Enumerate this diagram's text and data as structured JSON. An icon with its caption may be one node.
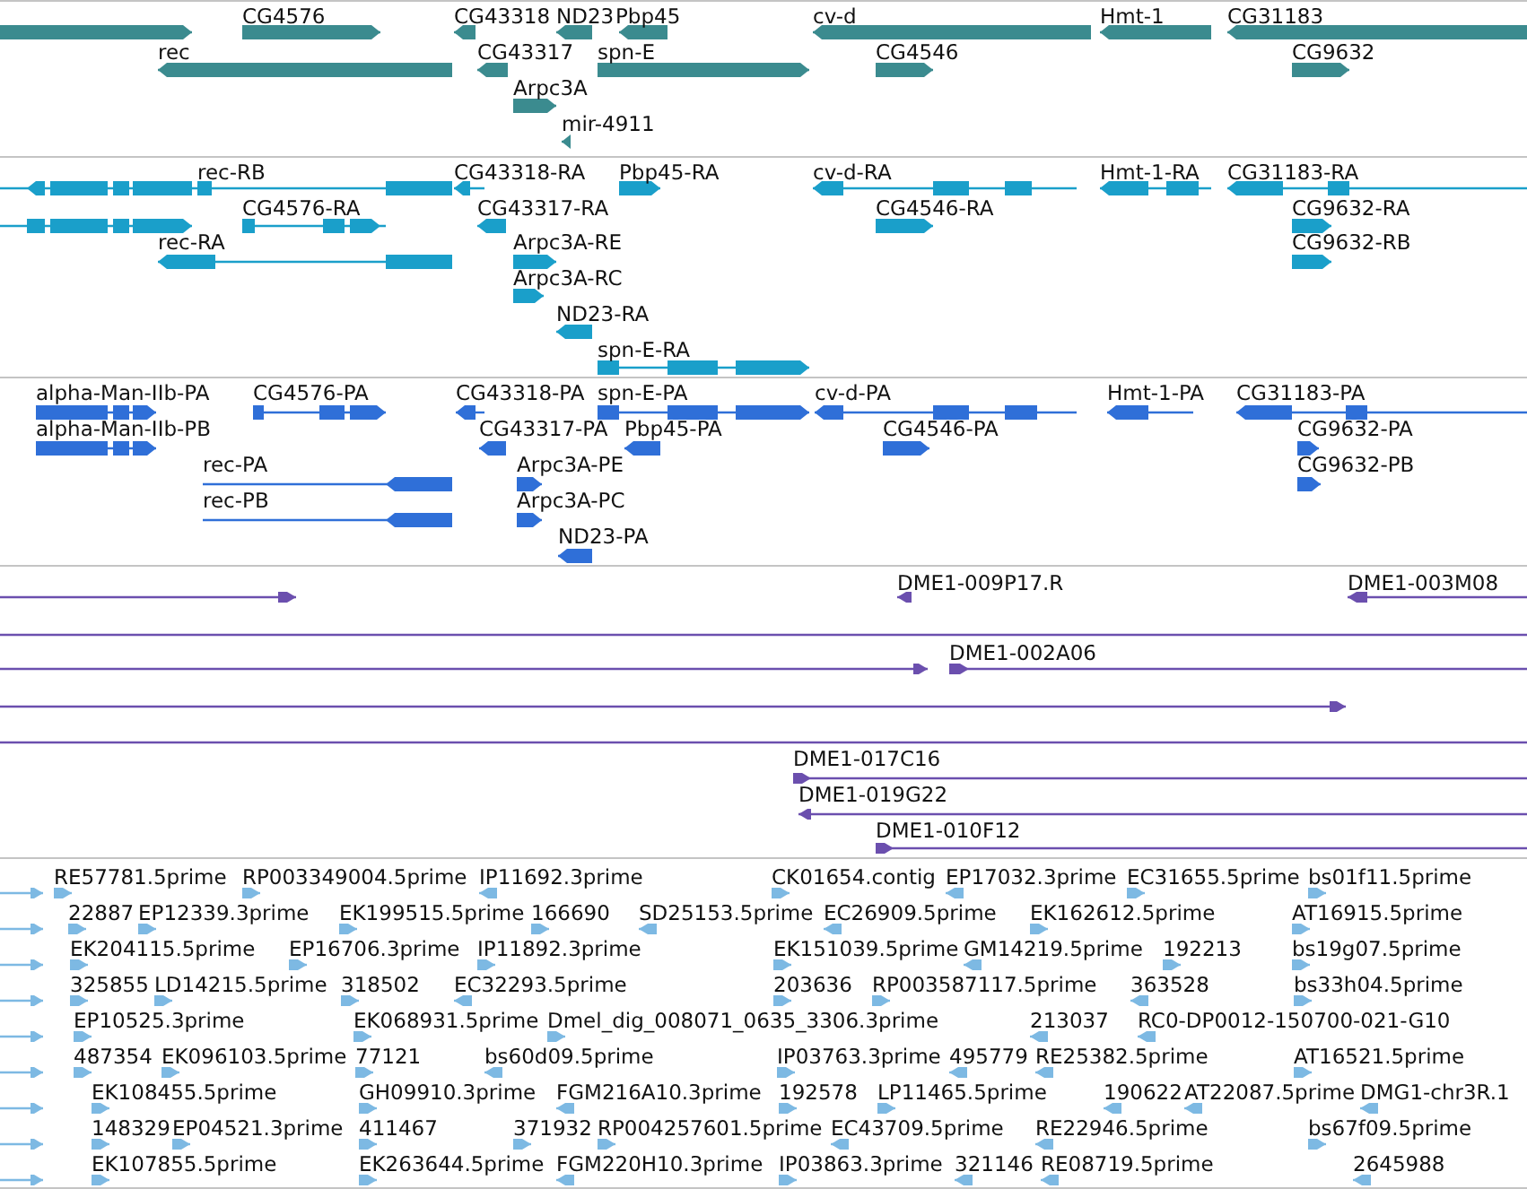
{
  "diagram": {
    "labels": [
      "CG4576",
      "CG43318",
      "ND23",
      "Pbp45",
      "cv-d",
      "Hmt-1",
      "CG31183",
      "rec",
      "CG43317",
      "spn-E",
      "CG4546",
      "CG9632",
      "Arpc3A",
      "mir-4911",
      "rec-RB",
      "CG43318-RA",
      "Pbp45-RA",
      "cv-d-RA",
      "Hmt-1-RA",
      "CG31183-RA",
      "CG4576-RA",
      "CG43317-RA",
      "CG4546-RA",
      "CG9632-RA",
      "rec-RA",
      "Arpc3A-RE",
      "CG9632-RB",
      "Arpc3A-RC",
      "ND23-RA",
      "spn-E-RA",
      "alpha-Man-IIb-PA",
      "CG4576-PA",
      "CG43318-PA",
      "spn-E-PA",
      "cv-d-PA",
      "Hmt-1-PA",
      "CG31183-PA",
      "alpha-Man-IIb-PB",
      "CG43317-PA",
      "Pbp45-PA",
      "CG4546-PA",
      "CG9632-PA",
      "rec-PA",
      "Arpc3A-PE",
      "CG9632-PB",
      "rec-PB",
      "Arpc3A-PC",
      "ND23-PA",
      "DME1-009P17.R",
      "DME1-003M08",
      "DME1-002A06",
      "DME1-017C16",
      "DME1-019G22",
      "DME1-010F12",
      "RE57781.5prime",
      "RP003349004.5prime",
      "IP11692.3prime",
      "CK01654.contig",
      "EP17032.3prime",
      "EC31655.5prime",
      "bs01f11.5prime",
      "22887",
      "EP12339.3prime",
      "EK199515.5prime",
      "166690",
      "SD25153.5prime",
      "EC26909.5prime",
      "EK162612.5prime",
      "AT16915.5prime",
      "EK204115.5prime",
      "EP16706.3prime",
      "IP11892.3prime",
      "EK151039.5prime",
      "GM14219.5prime",
      "192213",
      "bs19g07.5prime",
      "325855",
      "LD14215.5prime",
      "318502",
      "EC32293.5prime",
      "203636",
      "RP003587117.5prime",
      "363528",
      "bs33h04.5prime",
      "EP10525.3prime",
      "EK068931.5prime",
      "Dmel_dig_008071_0635_3306.3prime",
      "213037",
      "RC0-DP0012-150700-021-G10",
      "487354",
      "EK096103.5prime",
      "77121",
      "bs60d09.5prime",
      "IP03763.3prime",
      "495779",
      "RE25382.5prime",
      "AT16521.5prime",
      "EK108455.5prime",
      "GH09910.3prime",
      "FGM216A10.3prime",
      "192578",
      "LP11465.5prime",
      "190622",
      "AT22087.5prime",
      "DMG1-chr3R.1",
      "148329",
      "EP04521.3prime",
      "411467",
      "371932",
      "RP004257601.5prime",
      "EC43709.5prime",
      "RE22946.5prime",
      "bs67f09.5prime",
      "EK107855.5prime",
      "EK263644.5prime",
      "FGM220H10.3prime",
      "IP03863.3prime",
      "321146",
      "RE08719.5prime",
      "2645988"
    ]
  }
}
